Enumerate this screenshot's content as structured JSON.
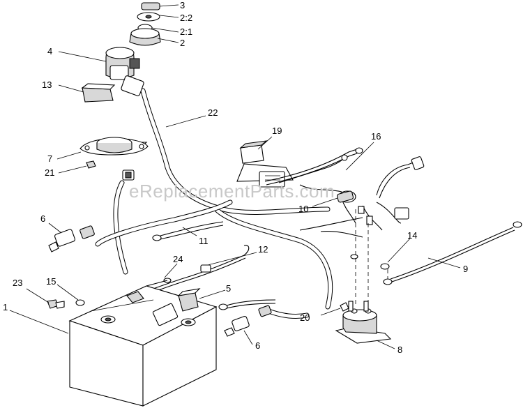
{
  "watermark": "eReplacementParts.com",
  "callouts": {
    "c1": "1",
    "c2": "2",
    "c2_1": "2:1",
    "c2_2": "2:2",
    "c3": "3",
    "c4": "4",
    "c5": "5",
    "c6a": "6",
    "c6b": "6",
    "c7": "7",
    "c8": "8",
    "c9": "9",
    "c10": "10",
    "c11": "11",
    "c12": "12",
    "c13": "13",
    "c14": "14",
    "c15": "15",
    "c16": "16",
    "c19": "19",
    "c20": "20",
    "c21": "21",
    "c22": "22",
    "c23": "23",
    "c24": "24"
  }
}
